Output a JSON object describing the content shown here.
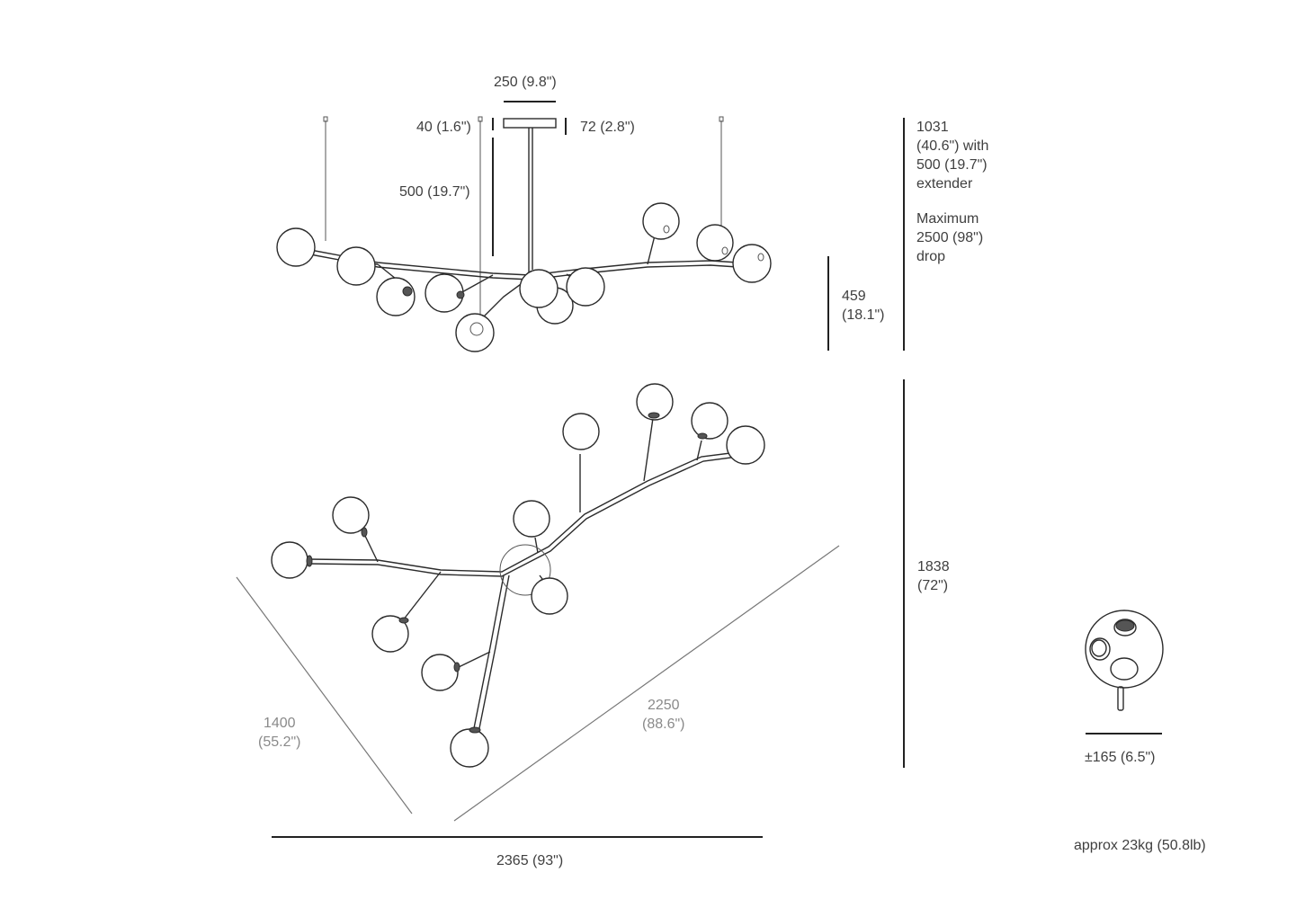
{
  "front_view": {
    "canopy_width": "250 (9.8ʺ)",
    "canopy_height_left": "40 (1.6ʺ)",
    "canopy_height_right": "72 (2.8ʺ)",
    "extender": "500 (19.7ʺ)",
    "body_height": [
      "459",
      "(18.1ʺ)"
    ],
    "total_height": [
      "1031",
      "(40.6ʺ) with",
      "500 (19.7ʺ)",
      "extender"
    ],
    "max_drop": [
      "Maximum",
      "2500 (98ʺ)",
      "drop"
    ]
  },
  "plan_view": {
    "depth_dim": [
      "1838",
      "(72ʺ)"
    ],
    "diag_left": [
      "1400",
      "(55.2ʺ)"
    ],
    "diag_right": [
      "2250",
      "(88.6ʺ)"
    ],
    "width": "2365 (93ʺ)"
  },
  "globe_detail": {
    "diameter": "±165 (6.5ʺ)"
  },
  "weight": "approx 23kg (50.8lb)"
}
